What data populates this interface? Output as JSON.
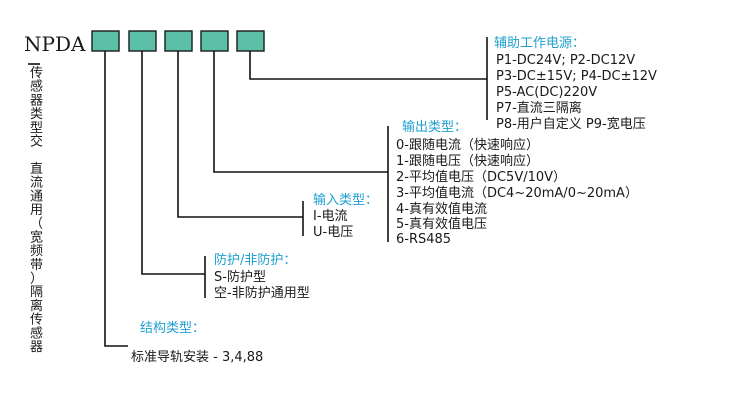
{
  "model": "NPDA",
  "code_box_count": 5,
  "vertical_description": "传感器类型交 直流通用（宽频带）隔离传感器",
  "aux_power": {
    "title": "辅助工作电源：",
    "lines": [
      "P1-DC24V;    P2-DC12V",
      "P3-DC±15V;  P4-DC±12V",
      "P5-AC(DC)220V",
      "P7-直流三隔离",
      "P8-用户自定义  P9-宽电压"
    ]
  },
  "output_type": {
    "title": "输出类型：",
    "lines": [
      "0-跟随电流（快速响应）",
      "1-跟随电压（快速响应）",
      "2-平均值电压（DC5V/10V）",
      "3-平均值电流（DC4~20mA/0~20mA）",
      "4-真有效值电流",
      "5-真有效值电压",
      "6-RS485"
    ]
  },
  "input_type": {
    "title": "输入类型：",
    "lines": [
      "I-电流",
      "U-电压"
    ]
  },
  "protection": {
    "title": "防护/非防护：",
    "lines": [
      "S-防护型",
      "空-非防护通用型"
    ]
  },
  "structure": {
    "title": "结构类型：",
    "lines": [
      "标准导轨安装 - 3,4,88"
    ]
  },
  "colors": {
    "box_fill": "#5cbfa8",
    "heading": "#1e9fd0",
    "text": "#1a1a1a"
  }
}
